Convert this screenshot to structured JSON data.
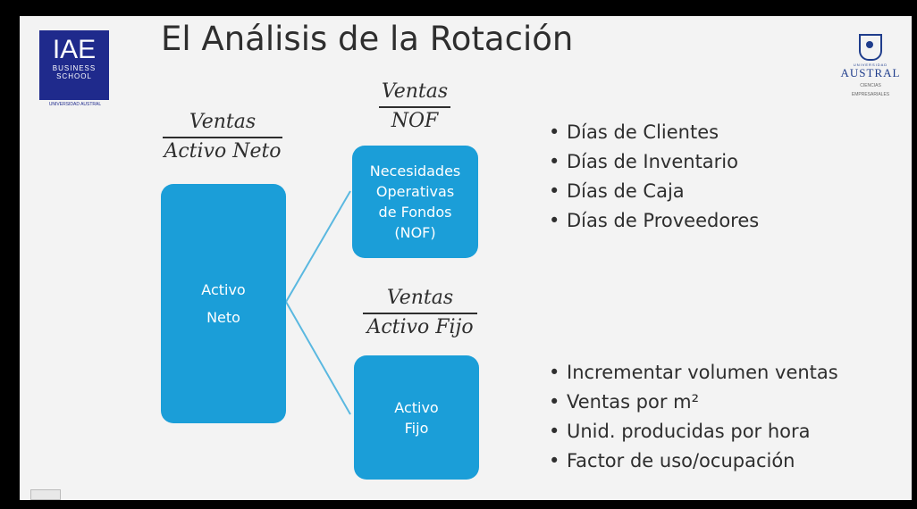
{
  "slide": {
    "title": "El Análisis de la Rotación",
    "logos": {
      "iae": {
        "main": "IAE",
        "line1": "BUSINESS",
        "line2": "SCHOOL",
        "caption": "UNIVERSIDAD AUSTRAL"
      },
      "austral": {
        "top": "UNIVERSIDAD",
        "name": "AUSTRAL",
        "sub1": "CIENCIAS",
        "sub2": "EMPRESARIALES"
      }
    },
    "ratios": {
      "activo_neto": {
        "num": "Ventas",
        "den": "Activo Neto"
      },
      "nof": {
        "num": "Ventas",
        "den": "NOF"
      },
      "activo_fijo": {
        "num": "Ventas",
        "den": "Activo Fijo"
      }
    },
    "boxes": {
      "activo_neto": {
        "line1": "Activo",
        "line2": "Neto"
      },
      "nof": {
        "line1": "Necesidades",
        "line2": "Operativas",
        "line3": "de Fondos",
        "line4": "(NOF)"
      },
      "activo_fijo": {
        "line1": "Activo",
        "line2": "Fijo"
      }
    },
    "bullets_nof": [
      "Días de Clientes",
      "Días de Inventario",
      "Días de Caja",
      "Días de Proveedores"
    ],
    "bullets_fijo": [
      "Incrementar volumen ventas",
      "Ventas por m²",
      "Unid. producidas por hora",
      "Factor de uso/ocupación"
    ],
    "bullet_char": "•",
    "colors": {
      "box": "#1b9ed8",
      "connector": "#5ab8e0",
      "text": "#2e2e2e",
      "iae_blue": "#1f2a8c"
    }
  }
}
